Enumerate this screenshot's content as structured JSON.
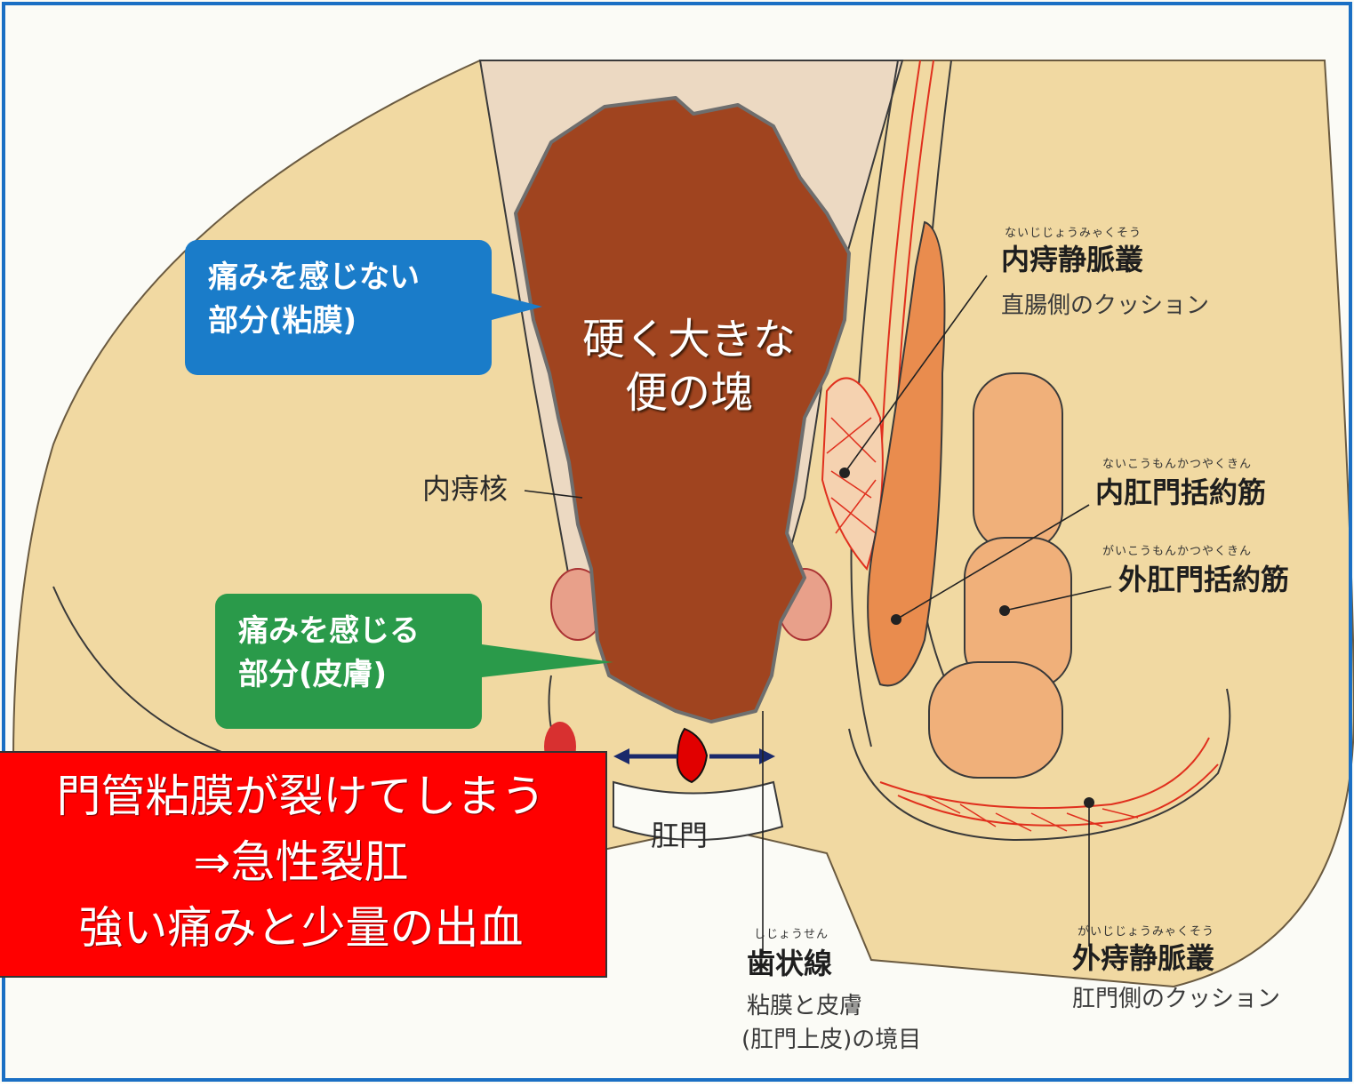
{
  "labels": {
    "pain_free": {
      "line1": "痛みを感じない",
      "line2": "部分(粘膜)"
    },
    "pain": {
      "line1": "痛みを感じる",
      "line2": "部分(皮膚)"
    },
    "internal_hemorrhoid_core": "内痔核",
    "anus": "肛門",
    "internal_plexus": {
      "ruby": "ないじじょうみゃくそう",
      "title": "内痔静脈叢",
      "sub": "直腸側のクッション"
    },
    "internal_sphincter": {
      "ruby": "ないこうもんかつやくきん",
      "title": "内肛門括約筋"
    },
    "external_sphincter": {
      "ruby": "がいこうもんかつやくきん",
      "title": "外肛門括約筋"
    },
    "dentate_line": {
      "ruby": "しじょうせん",
      "title": "歯状線",
      "sub1": "粘膜と皮膚",
      "sub2": "(肛門上皮)の境目"
    },
    "external_plexus": {
      "ruby": "がいじじょうみゃくそう",
      "title": "外痔静脈叢",
      "sub": "肛門側のクッション"
    }
  },
  "stool": {
    "line1": "硬く大きな",
    "line2": "便の塊"
  },
  "fissure": {
    "line1": "門管粘膜が裂けてしまう",
    "line2": "⇒急性裂肛",
    "line3": "強い痛みと少量の出血"
  },
  "colors": {
    "frame": "#1a6fc4",
    "tissue": "#f1d9a2",
    "stool": "#a0441f",
    "pain_free_box": "#1a7cc9",
    "pain_box": "#2a9a4a",
    "fissure_box": "#ff0000",
    "vessel": "#e0301e",
    "muscle": "#e98c4e"
  }
}
